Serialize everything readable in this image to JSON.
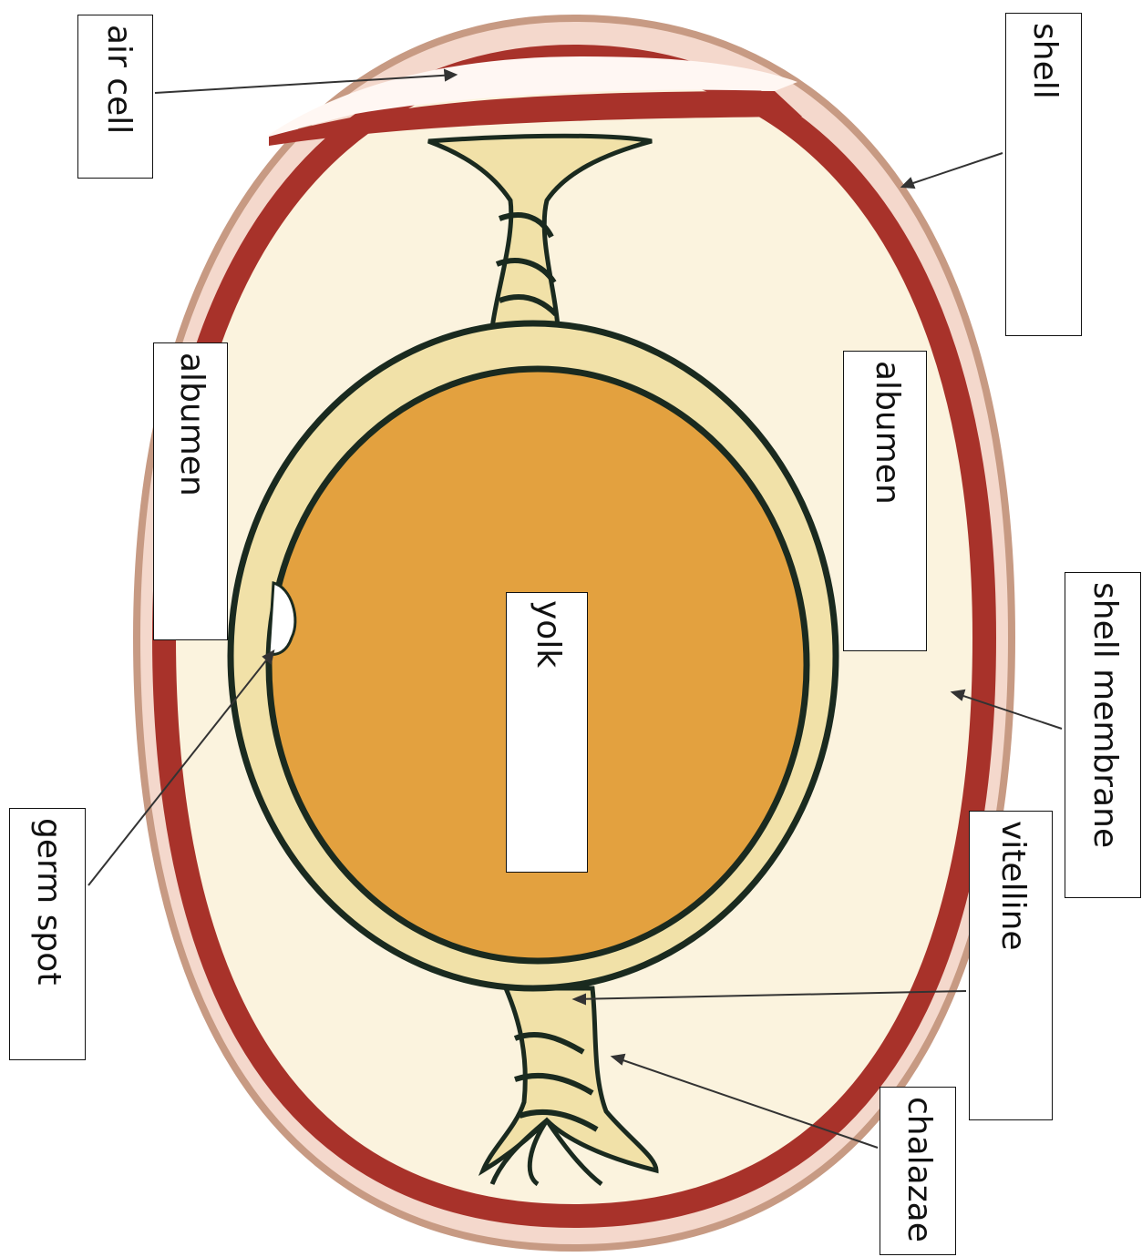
{
  "colors": {
    "shell": "#d4a897",
    "shell_membrane": "#a8322a",
    "albumen": "#fbf3de",
    "yolk": "#e3a13f",
    "vitelline": "#f1e1a8",
    "outline": "#1a2a1f",
    "arrow": "#333333"
  },
  "labels": {
    "air_cell": "air cell",
    "shell": "shell",
    "albumen_left": "albumen",
    "albumen_right": "albumen",
    "yolk": "yolk",
    "shell_membrane": "shell membrane",
    "germ_spot": "germ spot",
    "vitelline": "vitelline",
    "chalazae": "chalazae"
  }
}
